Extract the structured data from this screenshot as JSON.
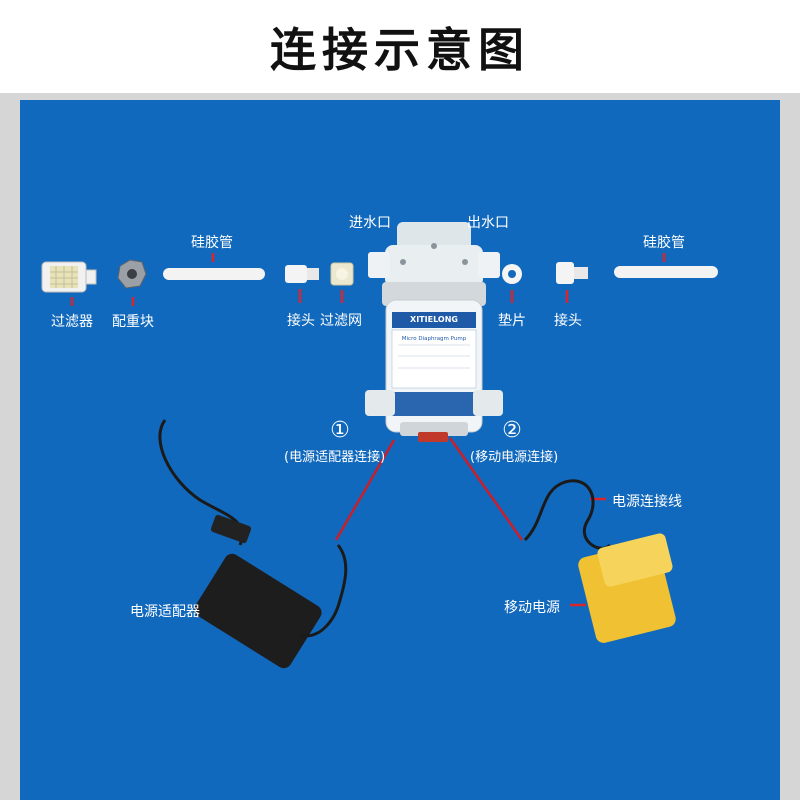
{
  "title": "连接示意图",
  "labels": {
    "inlet": "进水口",
    "outlet": "出水口",
    "tube_left": "硅胶管",
    "tube_right": "硅胶管",
    "filter": "过滤器",
    "weight": "配重块",
    "connector_left": "接头",
    "strainer": "过滤网",
    "gasket": "垫片",
    "connector_right": "接头",
    "adapter": "电源适配器",
    "power_cable": "电源连接线",
    "mobile_power": "移动电源"
  },
  "connections": [
    {
      "number": "①",
      "text": "(电源适配器连接)"
    },
    {
      "number": "②",
      "text": "(移动电源连接)"
    }
  ],
  "pump_label": {
    "brand": "XITIELONG",
    "product": "Micro Diaphragm Pump"
  },
  "colors": {
    "background": "#1169bd",
    "leader": "#d8262e",
    "connection_line": "#c91f2b"
  }
}
